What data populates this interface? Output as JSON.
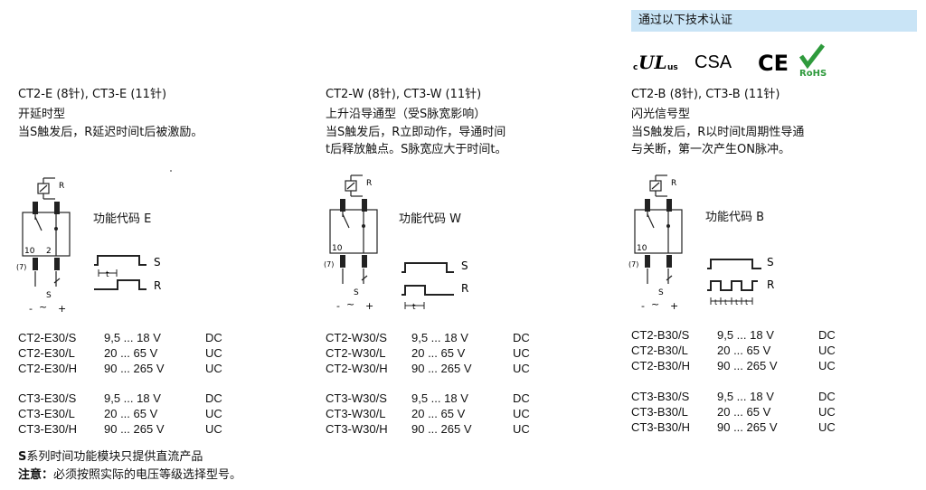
{
  "cert": {
    "header": "通过以下技术认证",
    "logos": {
      "ul": "UL",
      "ul_c": "c",
      "ul_us": "us",
      "csa": "CSA",
      "ce": "CE",
      "rohs": "RoHS"
    },
    "colors": {
      "header_bg": "#c9e4f6",
      "rohs_green": "#2e9a3c"
    }
  },
  "columns": [
    {
      "title": "CT2-E (8针), CT3-E (11针)",
      "type": "开延时型",
      "desc": [
        "当S触发后，R延迟时间t后被激励。"
      ],
      "func_label": "功能代码 E",
      "diagram": {
        "r": "R",
        "s": "S",
        "pin_a": "10",
        "pin_b": "2",
        "pin_c": "(7)",
        "minus": "-",
        "tilde": "~",
        "plus": "+"
      },
      "timing": {
        "s": "S",
        "r": "R",
        "t": "t"
      },
      "models_s": [
        [
          "CT2-E30/S",
          "9,5 ... 18 V",
          "DC"
        ],
        [
          "CT2-E30/L",
          "20 ... 65 V",
          "UC"
        ],
        [
          "CT2-E30/H",
          "90 ... 265 V",
          "UC"
        ]
      ],
      "models_t": [
        [
          "CT3-E30/S",
          "9,5 ... 18 V",
          "DC"
        ],
        [
          "CT3-E30/L",
          "20 ... 65 V",
          "UC"
        ],
        [
          "CT3-E30/H",
          "90 ... 265 V",
          "UC"
        ]
      ]
    },
    {
      "title": "CT2-W (8针), CT3-W (11针)",
      "type": "上升沿导通型（受S脉宽影响）",
      "desc": [
        "当S触发后，R立即动作，导通时间",
        "t后释放触点。S脉宽应大于时间t。"
      ],
      "func_label": "功能代码 W",
      "diagram": {
        "r": "R",
        "s": "S",
        "pin_a": "10",
        "pin_b": "",
        "pin_c": "(7)",
        "minus": "-",
        "tilde": "~",
        "plus": "+"
      },
      "timing": {
        "s": "S",
        "r": "R",
        "t": "t"
      },
      "models_s": [
        [
          "CT2-W30/S",
          "9,5 ... 18 V",
          "DC"
        ],
        [
          "CT2-W30/L",
          "20 ... 65 V",
          "UC"
        ],
        [
          "CT2-W30/H",
          "90 ... 265 V",
          "UC"
        ]
      ],
      "models_t": [
        [
          "CT3-W30/S",
          "9,5 ... 18 V",
          "DC"
        ],
        [
          "CT3-W30/L",
          "20 ... 65 V",
          "UC"
        ],
        [
          "CT3-W30/H",
          "90 ... 265 V",
          "UC"
        ]
      ]
    },
    {
      "title": "CT2-B (8针), CT3-B (11针)",
      "type": "闪光信号型",
      "desc": [
        "当S触发后，R以时间t周期性导通",
        "与关断，第一次产生ON脉冲。"
      ],
      "func_label": "功能代码 B",
      "diagram": {
        "r": "R",
        "s": "S",
        "pin_a": "10",
        "pin_b": "",
        "pin_c": "(7)",
        "minus": "-",
        "tilde": "~",
        "plus": "+"
      },
      "timing": {
        "s": "S",
        "r": "R",
        "t": "t"
      },
      "models_s": [
        [
          "CT2-B30/S",
          "9,5 ... 18 V",
          "DC"
        ],
        [
          "CT2-B30/L",
          "20 ... 65 V",
          "UC"
        ],
        [
          "CT2-B30/H",
          "90 ... 265 V",
          "UC"
        ]
      ],
      "models_t": [
        [
          "CT3-B30/S",
          "9,5 ... 18 V",
          "DC"
        ],
        [
          "CT3-B30/L",
          "20 ... 65 V",
          "UC"
        ],
        [
          "CT3-B30/H",
          "90 ... 265 V",
          "UC"
        ]
      ]
    }
  ],
  "footer": {
    "line1_bold": "S",
    "line1_rest": "系列时间功能模块只提供直流产品",
    "line2_bold": "注意：",
    "line2_rest": "必须按照实际的电压等级选择型号。"
  }
}
